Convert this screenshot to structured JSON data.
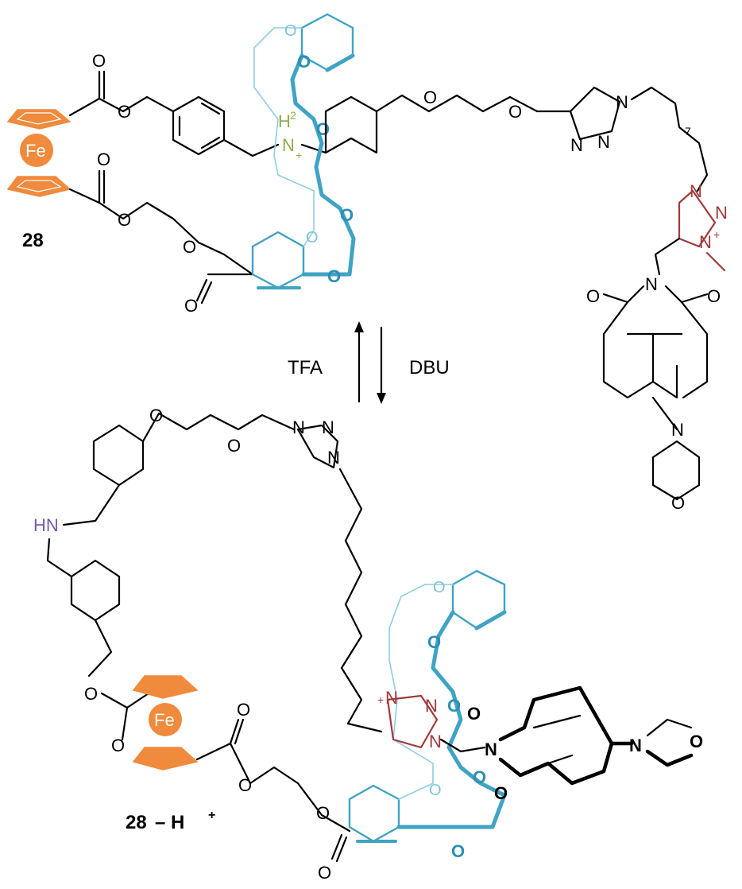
{
  "compounds": {
    "top_label": "28",
    "bottom_label": "28",
    "bottom_label_suffix": "– H",
    "bottom_label_sup": "+"
  },
  "conditions": {
    "forward": "TFA",
    "reverse": "DBU"
  },
  "atoms": {
    "O": "O",
    "N": "N",
    "Fe": "Fe",
    "HN": "HN",
    "H2": "H",
    "sub2": "2",
    "plus": "+",
    "chain_count": "7"
  },
  "colors": {
    "crown_ether": "#3fa3c4",
    "crown_ether_back": "#8fcde0",
    "triazolium": "#a23a3a",
    "ferrocene": "#f08a3c",
    "ammonium": "#8db04a",
    "amine": "#7b5aa6"
  }
}
